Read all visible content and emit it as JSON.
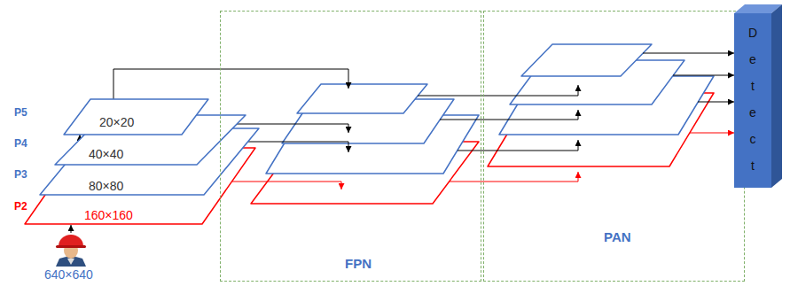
{
  "diagram": {
    "nodes": [
      {
        "text": [
          "20×20"
        ]
      },
      {
        "text": [
          "40×40"
        ]
      },
      {
        "text": [
          "80×80"
        ]
      },
      {
        "text": [
          "160×160"
        ]
      },
      {
        "text": [
          "FPN"
        ]
      },
      {
        "text": [
          "PAN"
        ]
      },
      {
        "text": [
          "D e t e c t"
        ]
      }
    ],
    "edges": [
      {
        "from": 3,
        "to": 2,
        "arrow": "to"
      },
      {
        "from": 2,
        "to": 1,
        "arrow": "to"
      },
      {
        "from": 1,
        "to": 0,
        "arrow": "to"
      },
      {
        "from": 0,
        "to": 4,
        "arrow": "to"
      },
      {
        "from": 1,
        "to": 4,
        "arrow": "to"
      },
      {
        "from": 2,
        "to": 4,
        "arrow": "to"
      },
      {
        "from": 3,
        "to": 4,
        "arrow": "to"
      },
      {
        "from": 4,
        "to": 5,
        "arrow": "to"
      },
      {
        "from": 4,
        "to": 5,
        "arrow": "to"
      },
      {
        "from": 4,
        "to": 5,
        "arrow": "to"
      },
      {
        "from": 4,
        "to": 5,
        "arrow": "to"
      },
      {
        "from": 5,
        "to": 6,
        "arrow": "to"
      },
      {
        "from": 5,
        "to": 6,
        "arrow": "to"
      },
      {
        "from": 5,
        "to": 6,
        "arrow": "to"
      },
      {
        "from": 5,
        "to": 6,
        "arrow": "to"
      }
    ],
    "labels": [
      "P5",
      "P4",
      "P3",
      "P2",
      "640×640"
    ]
  }
}
